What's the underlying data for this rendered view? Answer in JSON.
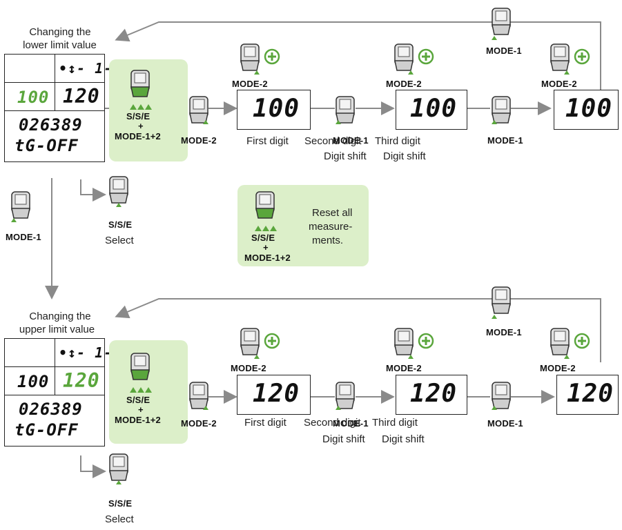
{
  "sections": {
    "lower": {
      "title_line1": "Changing the",
      "title_line2": "lower limit value",
      "main_display": {
        "top_right": "•↕- 1-",
        "mid_left": "100",
        "mid_right": "120",
        "odo": "026389",
        "bottom": "tG-OFF"
      },
      "step_displays": [
        "100",
        "100",
        "100"
      ]
    },
    "upper": {
      "title_line1": "Changing the",
      "title_line2": "upper limit value",
      "main_display": {
        "top_right": "•↕- 1-",
        "mid_left": "100",
        "mid_right": "120",
        "odo": "026389",
        "bottom": "tG-OFF"
      },
      "step_displays": [
        "120",
        "120",
        "120"
      ]
    }
  },
  "buttons": {
    "sse": "S/S/E",
    "plus": "+",
    "mode12": "MODE-1+2",
    "mode1": "MODE-1",
    "mode2": "MODE-2",
    "select": "Select"
  },
  "captions": {
    "first_digit": "First digit",
    "second_digit": "Second digit",
    "third_digit": "Third digit",
    "digit_shift": "Digit shift"
  },
  "reset_note": {
    "line1": "Reset all",
    "line2": "measure-",
    "line3": "ments."
  },
  "colors": {
    "accent_green": "#5aa63c",
    "panel_green": "#dcefc9",
    "arrow_gray": "#8a8a8a"
  }
}
